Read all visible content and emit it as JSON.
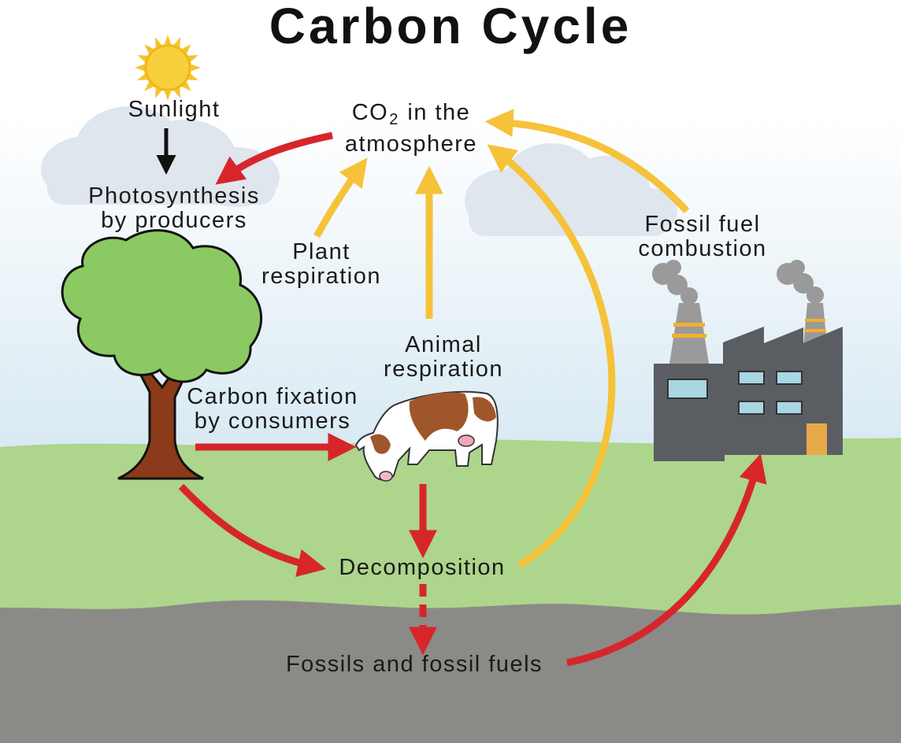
{
  "title": "Carbon Cycle",
  "labels": {
    "sunlight": "Sunlight",
    "co2": {
      "line1_prefix": "CO",
      "line1_sub": "2",
      "line1_suffix": " in the",
      "line2": "atmosphere"
    },
    "photosynthesis": {
      "line1": "Photosynthesis",
      "line2": "by producers"
    },
    "plant_respiration": {
      "line1": "Plant",
      "line2": "respiration"
    },
    "fossil_fuel_combustion": {
      "line1": "Fossil fuel",
      "line2": "combustion"
    },
    "animal_respiration": {
      "line1": "Animal",
      "line2": "respiration"
    },
    "carbon_fixation": {
      "line1": "Carbon fixation",
      "line2": "by consumers"
    },
    "decomposition": "Decomposition",
    "fossils": "Fossils and fossil fuels"
  },
  "colors": {
    "sky_top": "#ffffff",
    "sky_bottom": "#d6e8f2",
    "cloud": "#dfe6ed",
    "ground": "#add58c",
    "rock": "#8b8a87",
    "release_arrow": "#f5c23a",
    "uptake_arrow": "#d7262a",
    "sun": "#f5c42c",
    "tree_leaves": "#8bc963",
    "tree_trunk": "#8b3a1a",
    "factory": "#5a5e62",
    "smoke": "#9a9a9a"
  },
  "icons": [
    "sun-icon",
    "tree-icon",
    "cow-icon",
    "factory-icon",
    "cloud-icon"
  ]
}
